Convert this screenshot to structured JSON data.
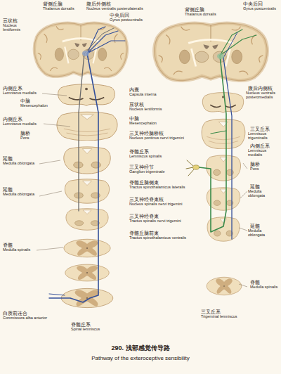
{
  "diagram": {
    "caption": "290. 浅部感觉传导路",
    "labels": [
      "背侧丘脑",
      "Thalamus dorsalis",
      "腹后外侧核",
      "Nucleus ventralis posterolateralis",
      "中央后回",
      "Gyrus postcentralis",
      "豆状核",
      "Nucleus lentiformis",
      "内侧丘系",
      "Lemniscus medialis",
      "中脑",
      "Mesencephalon",
      "内囊",
      "Capsula interna",
      "豆状核",
      "Nucleus lentiformis",
      "中脑",
      "Mesencephalon",
      "三叉神经脑桥核",
      "Nucleus pontinus nervi trigemini",
      "内侧丘系",
      "Lemniscus medialis",
      "脑桥",
      "Pons",
      "脊髓丘系",
      "Lemniscus spinalis",
      "延髓",
      "Medulla oblongata",
      "三叉神经节",
      "Ganglion trigeminale",
      "脊髓丘脑侧束",
      "Tractus spinothalamicus lateralis",
      "三叉神经脊束核",
      "Nucleus spinalis nervi trigemini",
      "延髓",
      "Medulla oblongata",
      "三叉神经脊束",
      "Tractus spinalis nervi trigemini",
      "脊髓",
      "Medulla spinalis",
      "脊髓丘脑前束",
      "Tractus spinothalamicus ventralis",
      "白质前连合",
      "Commissura alba anterior",
      "脊髓丘系",
      "Spinal lemniscus",
      "中央后回",
      "Gyrus postcentralis",
      "背侧丘脑",
      "Thalamus dorsalis",
      "腹后内侧核",
      "Nucleus ventralis posteromedialis",
      "三叉丘系",
      "Lemniscus trigeminalis",
      "内侧丘系",
      "Lemniscus medialis",
      "脑桥",
      "Pons",
      "延髓",
      "Medulla oblongata",
      "延髓",
      "Medulla oblongata",
      "脊髓",
      "Medulla spinalis",
      "三叉丘系",
      "Trigeminal lemniscus",
      "Pathway of the exteroceptive sensibility"
    ]
  }
}
